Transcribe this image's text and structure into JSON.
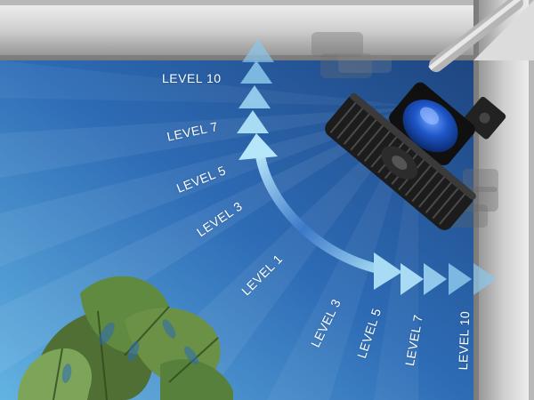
{
  "colors": {
    "frame_light": "#e4e4e4",
    "frame_dark": "#8f8f8f",
    "water_deep": "#1a3a70",
    "water_light": "#5aa8dc",
    "arrow_light": "#a8dcf4",
    "arrow_dark": "#2d63b2",
    "pump_blue": "#1e56c8",
    "leaf_green": "#587a3a"
  },
  "icons": [
    "wave-maker-pump-icon",
    "swing-arrow-icon",
    "plant-leaf-icon"
  ],
  "levels_top": [
    "LEVEL 10",
    "LEVEL 7",
    "LEVEL 5",
    "LEVEL 3",
    "LEVEL 1"
  ],
  "levels_side": [
    "LEVEL 3",
    "LEVEL 5",
    "LEVEL 7",
    "LEVEL 10"
  ]
}
